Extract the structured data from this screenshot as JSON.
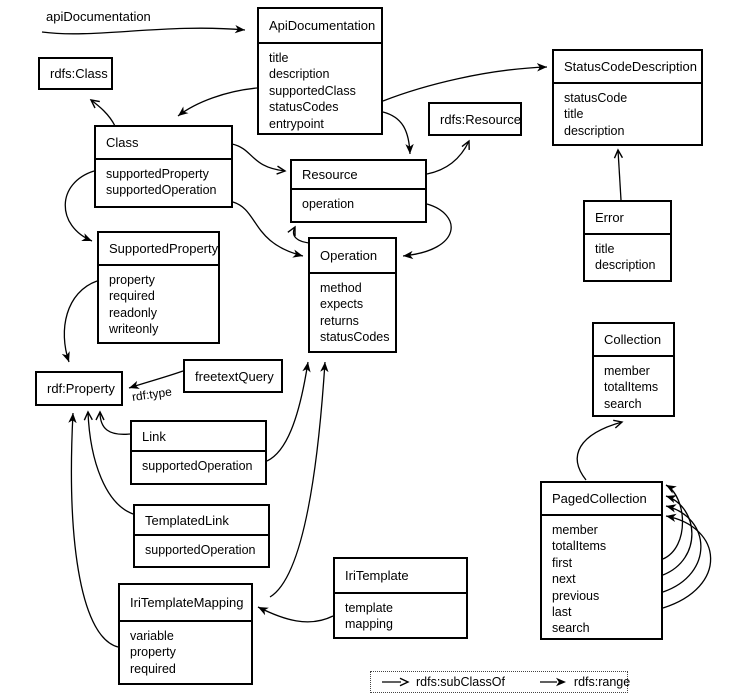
{
  "diagram": {
    "labels": {
      "api_documentation": "apiDocumentation",
      "rdf_type": "rdf:type"
    },
    "legend": {
      "subclassof": "rdfs:subClassOf",
      "range": "rdfs:range"
    },
    "colors": {
      "stroke": "#000000",
      "background": "#ffffff"
    },
    "nodes": {
      "apiDocumentation": {
        "title": "ApiDocumentation",
        "props": [
          "title",
          "description",
          "supportedClass",
          "statusCodes",
          "entrypoint"
        ]
      },
      "rdfsClass": {
        "title": "rdfs:Class",
        "props": []
      },
      "class": {
        "title": "Class",
        "props": [
          "supportedProperty",
          "supportedOperation"
        ]
      },
      "statusCodeDescription": {
        "title": "StatusCodeDescription",
        "props": [
          "statusCode",
          "title",
          "description"
        ]
      },
      "rdfsResource": {
        "title": "rdfs:Resource",
        "props": []
      },
      "resource": {
        "title": "Resource",
        "props": [
          "operation"
        ]
      },
      "operation": {
        "title": "Operation",
        "props": [
          "method",
          "expects",
          "returns",
          "statusCodes"
        ]
      },
      "supportedProperty": {
        "title": "SupportedProperty",
        "props": [
          "property",
          "required",
          "readonly",
          "writeonly"
        ]
      },
      "error": {
        "title": "Error",
        "props": [
          "title",
          "description"
        ]
      },
      "collection": {
        "title": "Collection",
        "props": [
          "member",
          "totalItems",
          "search"
        ]
      },
      "rdfProperty": {
        "title": "rdf:Property",
        "props": []
      },
      "freetextQuery": {
        "title": "freetextQuery",
        "props": []
      },
      "link": {
        "title": "Link",
        "props": [
          "supportedOperation"
        ]
      },
      "templatedLink": {
        "title": "TemplatedLink",
        "props": [
          "supportedOperation"
        ]
      },
      "pagedCollection": {
        "title": "PagedCollection",
        "props": [
          "member",
          "totalItems",
          "first",
          "next",
          "previous",
          "last",
          "search"
        ]
      },
      "iriTemplate": {
        "title": "IriTemplate",
        "props": [
          "template",
          "mapping"
        ]
      },
      "iriTemplateMapping": {
        "title": "IriTemplateMapping",
        "props": [
          "variable",
          "property",
          "required"
        ]
      }
    }
  }
}
